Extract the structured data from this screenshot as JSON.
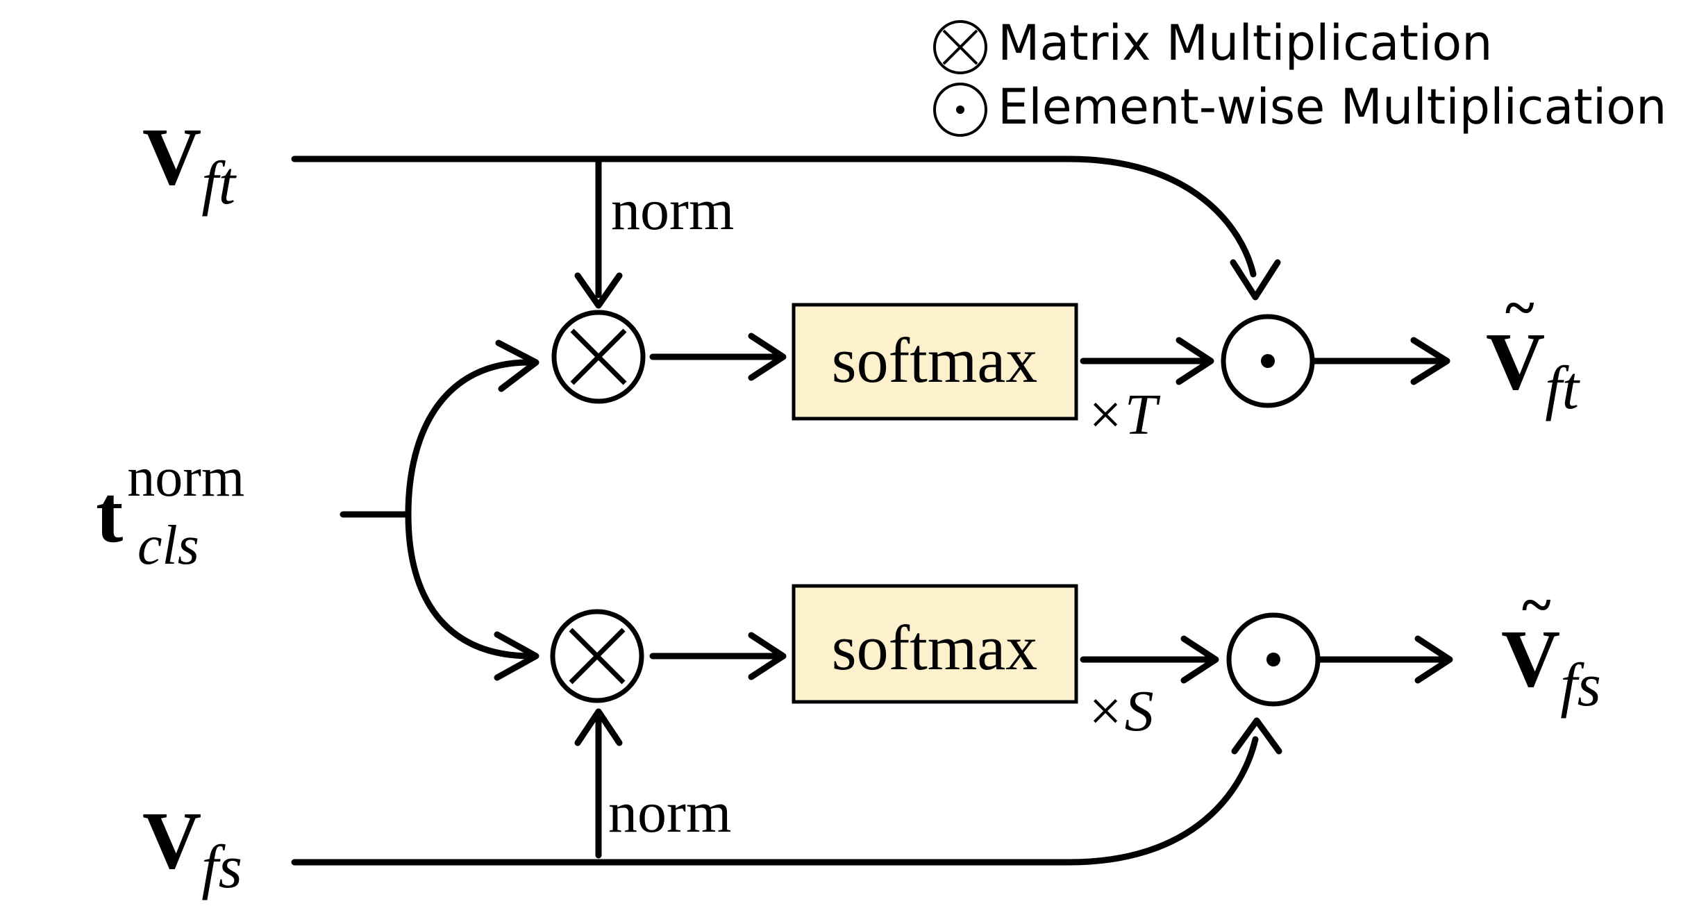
{
  "colors": {
    "ink": "#000000",
    "box_fill": "#fdf0cd",
    "background": "#ffffff"
  },
  "legend": {
    "matrix_icon": "circled-times-icon",
    "matrix_label": "Matrix Multiplication",
    "element_icon": "circled-dot-icon",
    "element_label": "Element-wise Multiplication"
  },
  "inputs": {
    "vft": {
      "main": "V",
      "sub1": "f",
      "sub2": "t"
    },
    "vfs": {
      "main": "V",
      "sub1": "f",
      "sub2": "s"
    },
    "tcls": {
      "main": "t",
      "sup": "norm",
      "sub": "cls"
    }
  },
  "edges": {
    "norm_top": "norm",
    "norm_bottom": "norm",
    "scale_top": "×T",
    "scale_bottom": "×S"
  },
  "boxes": {
    "softmax_top": "softmax",
    "softmax_bottom": "softmax"
  },
  "outputs": {
    "vft_tilde": {
      "main": "V",
      "accent": "~",
      "sub1": "f",
      "sub2": "t"
    },
    "vfs_tilde": {
      "main": "V",
      "accent": "~",
      "sub1": "f",
      "sub2": "s"
    }
  }
}
